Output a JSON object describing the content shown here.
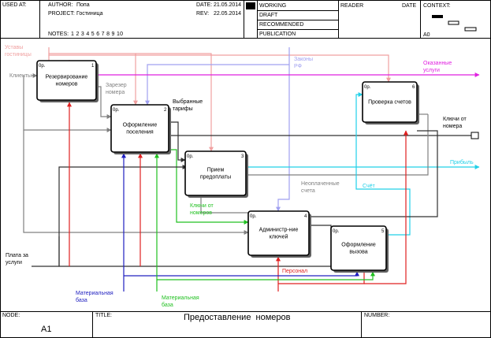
{
  "header": {
    "used_at_label": "USED AT:",
    "author_label": "AUTHOR:",
    "author": "Попа",
    "project_label": "PROJECT:",
    "project": "Гостиница",
    "date_label": "DATE:",
    "date": "21.05.2014",
    "rev_label": "REV:",
    "rev": "22.05.2014",
    "notes_label": "NOTES:",
    "notes_numbers": "1 2 3 4 5 6 7 8 9 10",
    "statuses": [
      "WORKING",
      "DRAFT",
      "RECOMMENDED",
      "PUBLICATION"
    ],
    "reader_label": "READER",
    "reader_date_label": "DATE",
    "context_label": "CONTEXT:",
    "context_node": "A0"
  },
  "footer": {
    "node_label": "NODE:",
    "node": "A1",
    "title_label": "TITLE:",
    "title": "Предоставление  номеров",
    "number_label": "NUMBER:"
  },
  "boxes": [
    {
      "num": "1",
      "cost": "0р.",
      "label": [
        "Резервирование",
        "номеров"
      ]
    },
    {
      "num": "2",
      "cost": "0р.",
      "label": [
        "Оформление",
        "поселения"
      ]
    },
    {
      "num": "3",
      "cost": "0р.",
      "label": [
        "Прием",
        "предоплаты"
      ]
    },
    {
      "num": "4",
      "cost": "0р.",
      "label": [
        "Администр-ние",
        "ключей"
      ]
    },
    {
      "num": "5",
      "cost": "0р.",
      "label": [
        "Оформление",
        "вызова"
      ]
    },
    {
      "num": "6",
      "cost": "0р.",
      "label": [
        "Проверка счетов"
      ]
    }
  ],
  "arrow_labels": {
    "ustavy": [
      "Уставы",
      "гостиницы"
    ],
    "klienty": "Клиенты",
    "zakony": [
      "Законы",
      "РФ"
    ],
    "okazannye": [
      "Оказанные",
      "услуги"
    ],
    "zarezer": [
      "Зарезер",
      "номера"
    ],
    "vybrannye": [
      "Выбранные",
      "тарифы"
    ],
    "klyuchi_ot_nomera": [
      "Ключи от",
      "номера"
    ],
    "pribyl": "Прибыль",
    "neoplachennye": [
      "Неоплаченные",
      "счета"
    ],
    "schet": "Счёт",
    "klyuchi_ot_nomerov": [
      "Ключи от",
      "номеров"
    ],
    "plata": [
      "Плата за",
      "услуги"
    ],
    "personal": "Персонал",
    "mat_baza_1": [
      "Материальная",
      "база"
    ],
    "mat_baza_2": [
      "Материальная",
      "база"
    ]
  },
  "colors": {
    "ustavy": "#f0a0a0",
    "zakony": "#a0a0f0",
    "okazannye": "#e020e0",
    "pribyl": "#20d0e8",
    "gray": "#808080",
    "green": "#20c020",
    "red": "#e02020",
    "blue": "#2020c0",
    "dark": "#303030"
  }
}
